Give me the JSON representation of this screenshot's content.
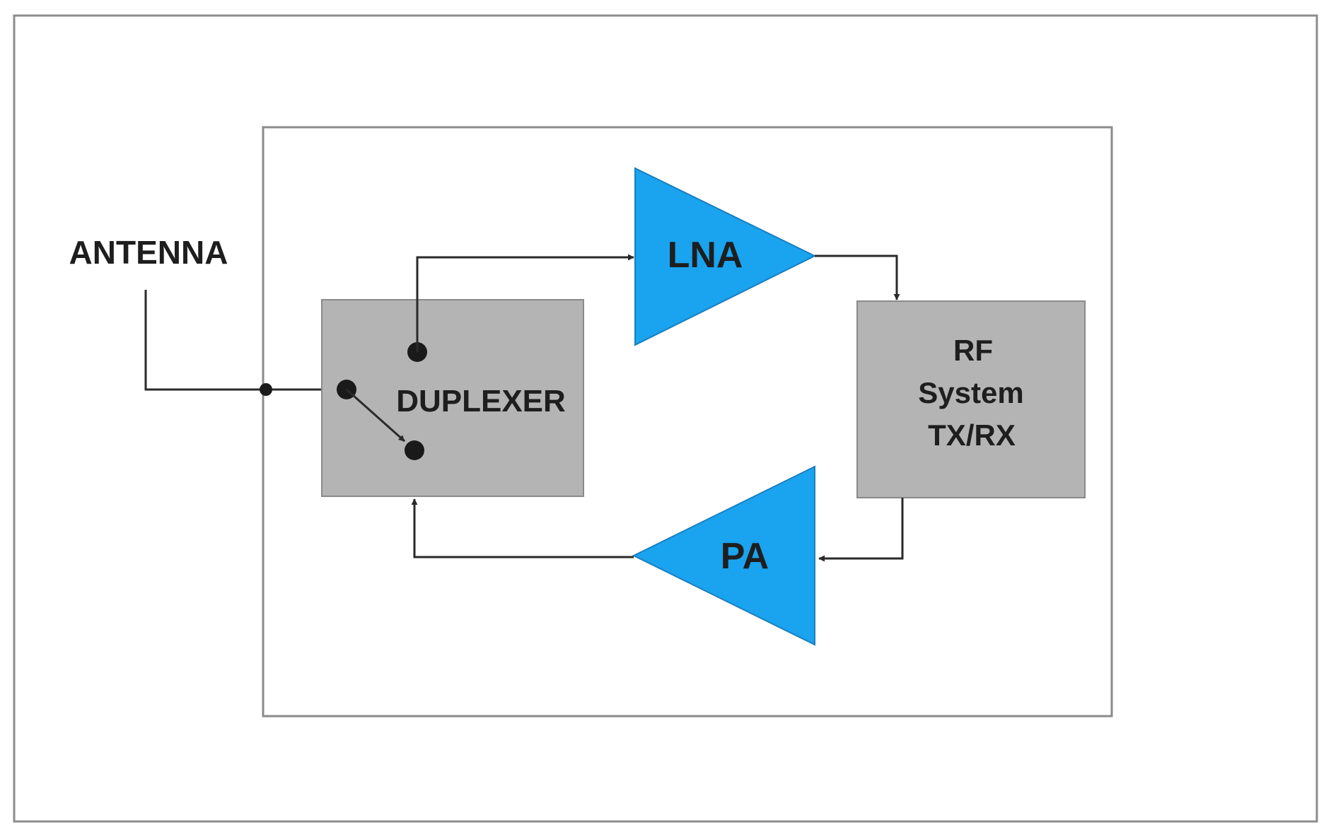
{
  "labels": {
    "antenna": "ANTENNA",
    "duplexer": "DUPLEXER",
    "lna": "LNA",
    "pa": "PA",
    "rf_line1": "RF",
    "rf_line2": "System",
    "rf_line3": "TX/RX"
  },
  "colors": {
    "amplifier_fill": "#1aa3ee",
    "block_fill": "#b4b4b4",
    "line": "#2a2a2a",
    "frame": "#8c8c8c"
  }
}
